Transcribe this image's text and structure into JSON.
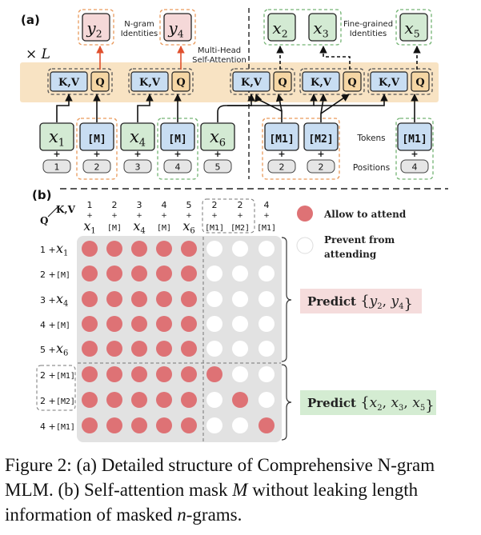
{
  "panel_a": {
    "label": "(a)",
    "times_L": "× L",
    "ngram_text": [
      "N-gram",
      "Identities"
    ],
    "mhsa_text": [
      "Multi-Head",
      "Self-Attention"
    ],
    "finegrained_text": [
      "Fine-grained",
      "Identities"
    ],
    "tokens_label": "Tokens",
    "positions_label": "Positions",
    "kv_label": "K,V",
    "q_label": "Q",
    "outputs_left": [
      {
        "base": "y",
        "sub": "2"
      },
      {
        "base": "y",
        "sub": "4"
      }
    ],
    "outputs_right": [
      {
        "base": "x",
        "sub": "2"
      },
      {
        "base": "x",
        "sub": "3"
      },
      {
        "base": "x",
        "sub": "5"
      }
    ],
    "tokens_left": [
      {
        "base": "x",
        "sub": "1",
        "pos": "1"
      },
      {
        "text": "[M]",
        "pos": "2"
      },
      {
        "base": "x",
        "sub": "4",
        "pos": "3"
      },
      {
        "text": "[M]",
        "pos": "4"
      },
      {
        "base": "x",
        "sub": "6",
        "pos": "5"
      }
    ],
    "tokens_right": [
      {
        "text": "[M1]",
        "pos": "2"
      },
      {
        "text": "[M2]",
        "pos": "2"
      },
      {
        "text": "[M1]",
        "pos": "4"
      }
    ],
    "plus": "+"
  },
  "panel_b": {
    "label": "(b)",
    "q_axis": "Q",
    "kv_axis": "K,V",
    "columns": [
      {
        "pos": "1",
        "base": "x",
        "sub": "1"
      },
      {
        "pos": "2",
        "text": "[M]"
      },
      {
        "pos": "3",
        "base": "x",
        "sub": "4"
      },
      {
        "pos": "4",
        "text": "[M]"
      },
      {
        "pos": "5",
        "base": "x",
        "sub": "6"
      },
      {
        "pos": "2",
        "text": "[M1]"
      },
      {
        "pos": "2",
        "text": "[M2]"
      },
      {
        "pos": "4",
        "text": "[M1]"
      }
    ],
    "rows": [
      {
        "pos": "1",
        "base": "x",
        "sub": "1"
      },
      {
        "pos": "2",
        "text": "[M]"
      },
      {
        "pos": "3",
        "base": "x",
        "sub": "4"
      },
      {
        "pos": "4",
        "text": "[M]"
      },
      {
        "pos": "5",
        "base": "x",
        "sub": "6"
      },
      {
        "pos": "2",
        "text": "[M1]"
      },
      {
        "pos": "2",
        "text": "[M2]"
      },
      {
        "pos": "4",
        "text": "[M1]"
      }
    ],
    "mask": [
      [
        1,
        1,
        1,
        1,
        1,
        0,
        0,
        0
      ],
      [
        1,
        1,
        1,
        1,
        1,
        0,
        0,
        0
      ],
      [
        1,
        1,
        1,
        1,
        1,
        0,
        0,
        0
      ],
      [
        1,
        1,
        1,
        1,
        1,
        0,
        0,
        0
      ],
      [
        1,
        1,
        1,
        1,
        1,
        0,
        0,
        0
      ],
      [
        1,
        1,
        1,
        1,
        1,
        1,
        0,
        0
      ],
      [
        1,
        1,
        1,
        1,
        1,
        0,
        1,
        0
      ],
      [
        1,
        1,
        1,
        1,
        1,
        0,
        0,
        1
      ]
    ],
    "legend_allow": "Allow to attend",
    "legend_prevent": [
      "Prevent from",
      "attending"
    ],
    "predict_label": "Predict",
    "predict_top": {
      "items": [
        {
          "base": "y",
          "sub": "2"
        },
        {
          "base": "y",
          "sub": "4"
        }
      ]
    },
    "predict_bottom": {
      "items": [
        {
          "base": "x",
          "sub": "2"
        },
        {
          "base": "x",
          "sub": "3"
        },
        {
          "base": "x",
          "sub": "5"
        }
      ]
    }
  },
  "colors": {
    "attend": "#de7275",
    "band": "#f8e3c3",
    "green": "#d3ead3",
    "pink": "#f5d8d8",
    "kv_blue": "#c8ddf2",
    "q_orange": "#f5d6a4",
    "grid_bg": "#e2e2e2",
    "predict_pink": "#f5dcdc",
    "predict_green": "#d4ecd2"
  },
  "caption": {
    "p1": "Figure 2: (a) Detailed structure of Comprehensive N-gram MLM. (b) Self-attention mask ",
    "m": "M",
    "p2": " without leaking length information of masked ",
    "n": "n",
    "p3": "-grams."
  }
}
